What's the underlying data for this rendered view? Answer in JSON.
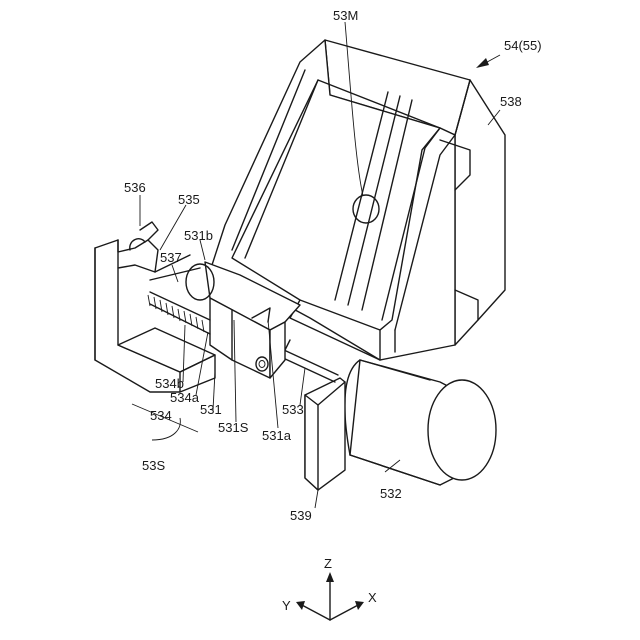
{
  "labels": {
    "l53M": "53M",
    "l5455": "54(55)",
    "l538": "538",
    "l536": "536",
    "l535": "535",
    "l531b": "531b",
    "l537": "537",
    "l534b": "534b",
    "l534a": "534a",
    "l534": "534",
    "l531": "531",
    "l531S": "531S",
    "l531a": "531a",
    "l533": "533",
    "l53S": "53S",
    "l532": "532",
    "l539": "539"
  },
  "axes": {
    "z": "Z",
    "y": "Y",
    "x": "X"
  }
}
